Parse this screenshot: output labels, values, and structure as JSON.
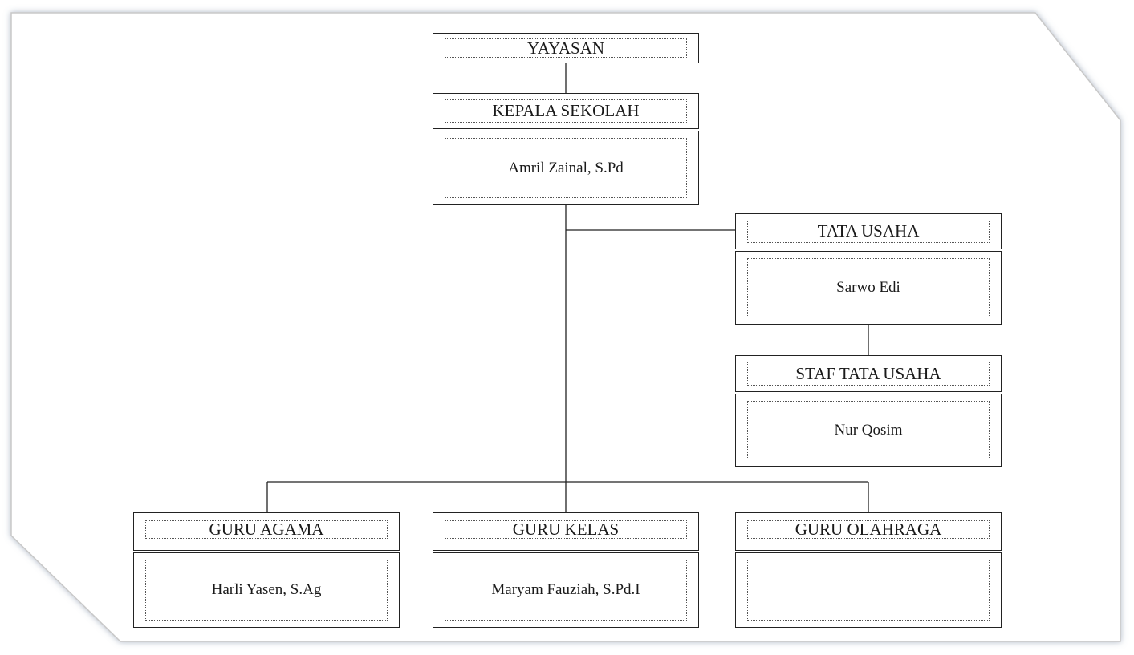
{
  "org_chart": {
    "yayasan": {
      "title": "YAYASAN"
    },
    "kepala_sekolah": {
      "title": "KEPALA SEKOLAH",
      "name": "Amril Zainal, S.Pd"
    },
    "tata_usaha": {
      "title": "TATA USAHA",
      "name": "Sarwo Edi"
    },
    "staf_tata_usaha": {
      "title": "STAF TATA USAHA",
      "name": "Nur Qosim"
    },
    "guru_agama": {
      "title": "GURU AGAMA",
      "name": "Harli Yasen, S.Ag"
    },
    "guru_kelas": {
      "title": "GURU KELAS",
      "name": "Maryam Fauziah, S.Pd.I"
    },
    "guru_olahraga": {
      "title": "GURU OLAHRAGA",
      "name": ""
    }
  },
  "colors": {
    "line": "#222222",
    "frame_border": "#bfbfbf",
    "background": "#ffffff"
  }
}
